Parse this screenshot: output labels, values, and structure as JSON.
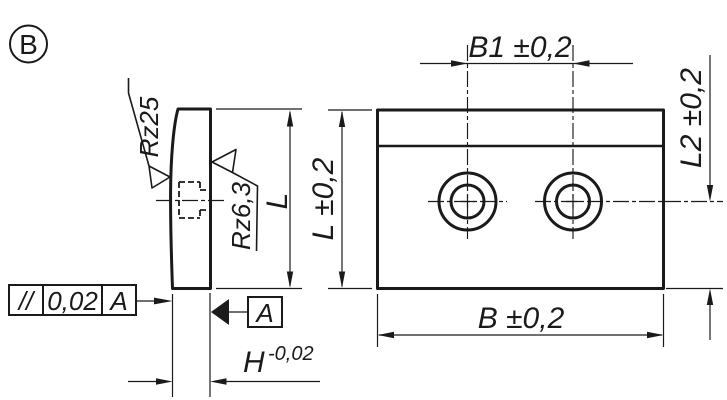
{
  "view_label": "B",
  "side_view": {
    "surface_top_label": "Rz25",
    "surface_bore_label": "Rz6,3",
    "height_label": "L",
    "thickness_label": "H",
    "thickness_tolerance": "-0,02"
  },
  "feature_control_frame": {
    "symbol": "//",
    "tolerance": "0,02",
    "datum": "A"
  },
  "datum_flag": "A",
  "front_view": {
    "height_label": "L ±0,2",
    "hole_spacing_label": "B1 ±0,2",
    "hole_offset_label": "L2 ±0,2",
    "width_label": "B ±0,2"
  }
}
